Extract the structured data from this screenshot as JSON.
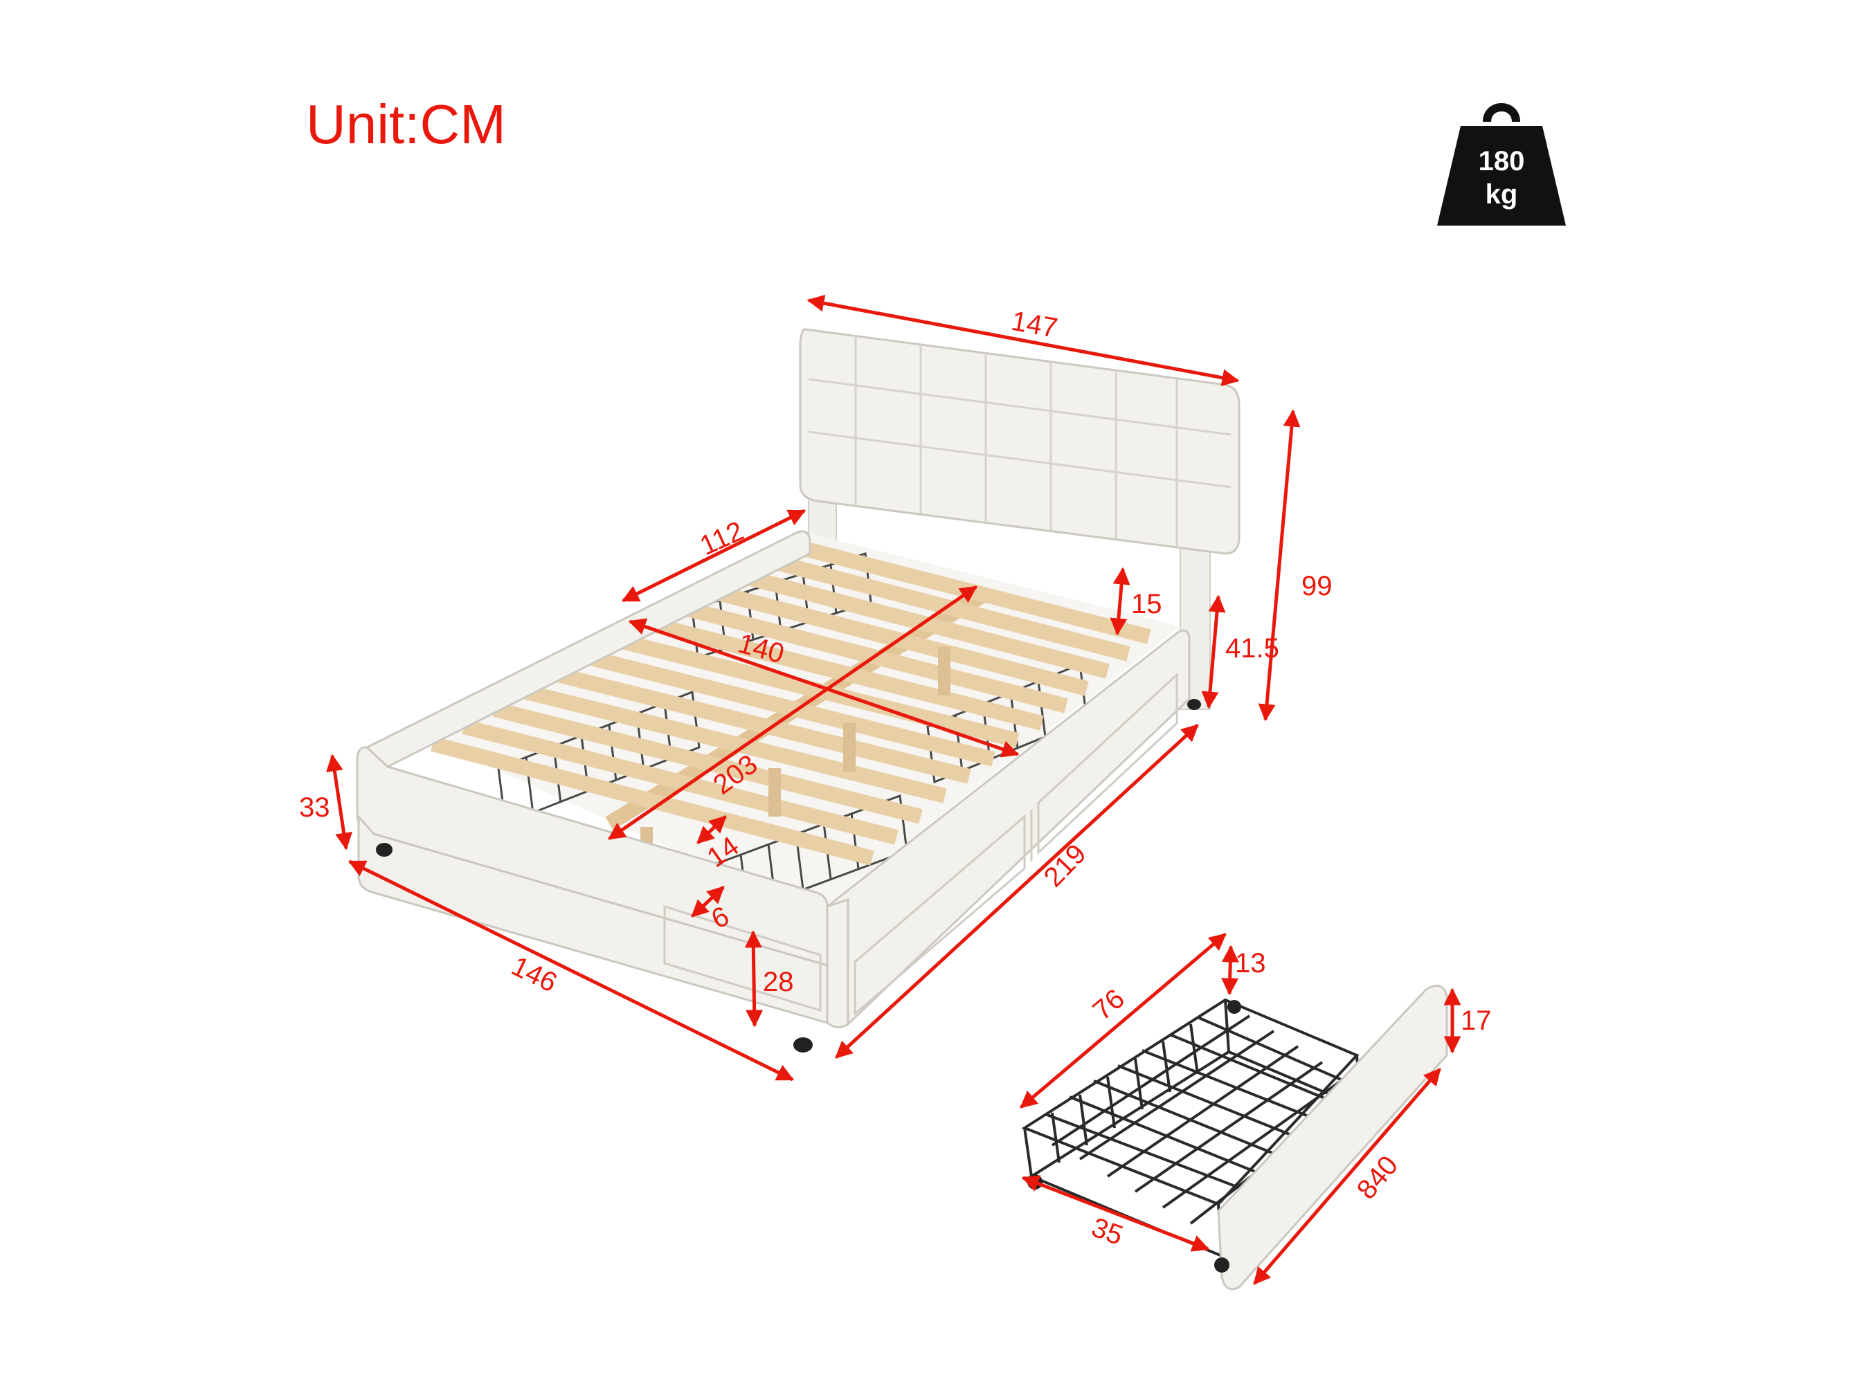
{
  "unit_label": "Unit:CM",
  "weight": {
    "value": "180",
    "unit": "kg",
    "icon": "weight-icon"
  },
  "colors": {
    "annotation": "#e8190c",
    "upholstery": "#f3f1ec",
    "slat": "#e9cfa6",
    "frame_dark": "#222222"
  },
  "bed_dimensions": {
    "headboard_width": "147",
    "total_height": "99",
    "headboard_bottom_height": "41.5",
    "headboard_leg_gap": "15",
    "slat_length": "112",
    "inner_width": "140",
    "inner_length": "203",
    "slat_gap": "14",
    "slat_width": "6",
    "side_rail_height": "33",
    "total_width": "146",
    "footboard_height": "28",
    "total_length": "219"
  },
  "drawer_dimensions": {
    "depth": "76",
    "wheel_clearance": "13",
    "front_height": "17",
    "width": "35",
    "length": "840"
  }
}
